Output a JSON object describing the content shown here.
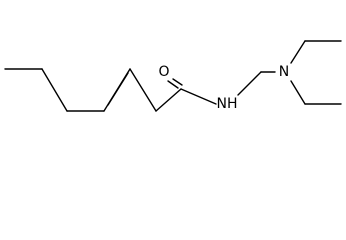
{
  "atoms": {
    "oxygen": "O",
    "amide_nitrogen": "NH",
    "amine_nitrogen": "N"
  }
}
